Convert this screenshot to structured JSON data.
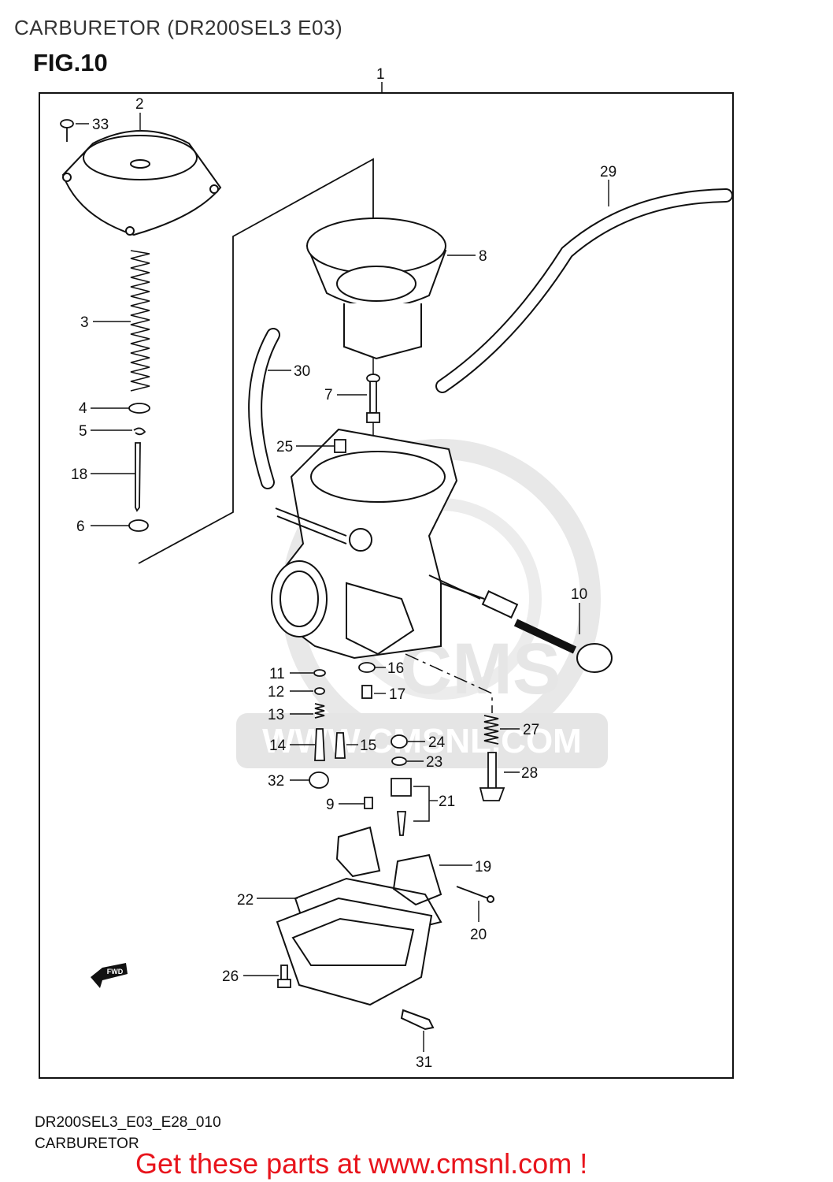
{
  "header": {
    "title": "CARBURETOR (DR200SEL3 E03)",
    "figure": "FIG.10"
  },
  "footer": {
    "diagram_code": "DR200SEL3_E03_E28_010",
    "diagram_name": "CARBURETOR",
    "promo": "Get these parts at www.cmsnl.com !"
  },
  "watermark": {
    "logo_text": "CMS",
    "url_text": "WWW.CMSNL.COM"
  },
  "fwd_label": "FWD",
  "callouts": [
    "1",
    "2",
    "3",
    "4",
    "5",
    "6",
    "7",
    "8",
    "9",
    "10",
    "11",
    "12",
    "13",
    "14",
    "15",
    "16",
    "17",
    "18",
    "19",
    "20",
    "21",
    "22",
    "23",
    "24",
    "25",
    "26",
    "27",
    "28",
    "29",
    "30",
    "31",
    "32",
    "33"
  ],
  "colors": {
    "line": "#111111",
    "promo": "#e8141c",
    "watermark": "#cfcfcf"
  }
}
